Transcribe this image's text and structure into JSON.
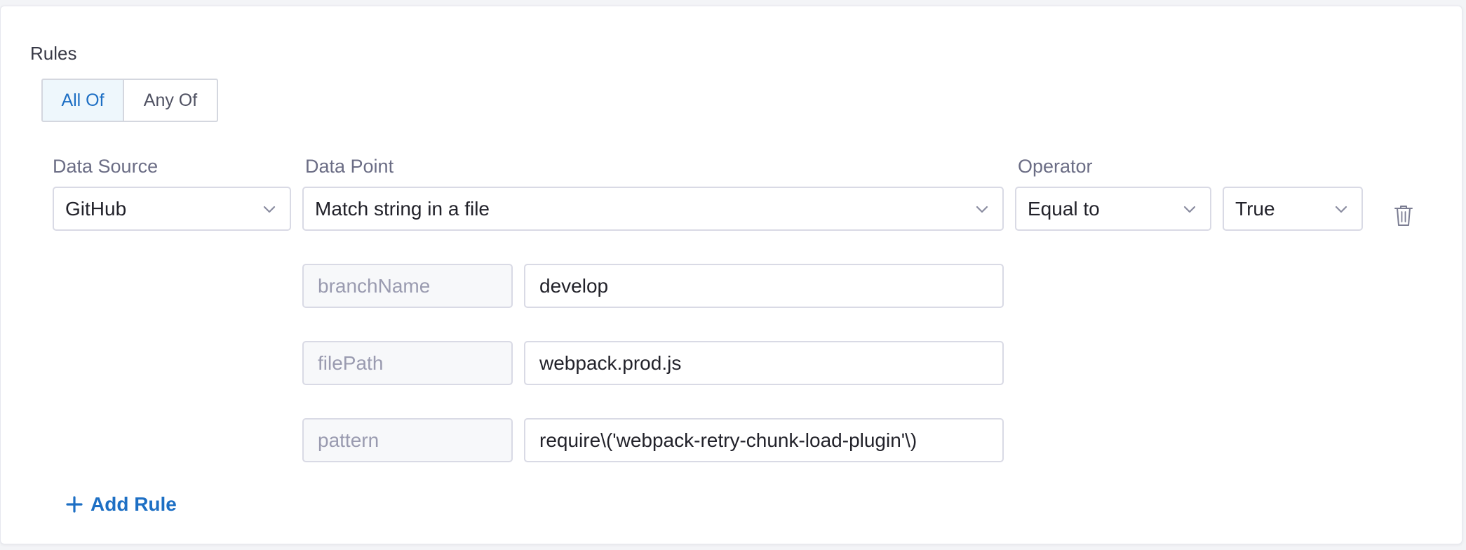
{
  "section": {
    "title": "Rules"
  },
  "match_mode": {
    "options": [
      "All Of",
      "Any Of"
    ],
    "selected": "All Of"
  },
  "columns": {
    "data_source": "Data Source",
    "data_point": "Data Point",
    "operator": "Operator"
  },
  "rule": {
    "data_source": "GitHub",
    "data_point": "Match string in a file",
    "operator": "Equal to",
    "value": "True",
    "params": [
      {
        "key": "branchName",
        "value": "develop"
      },
      {
        "key": "filePath",
        "value": "webpack.prod.js"
      },
      {
        "key": "pattern",
        "value": "require\\('webpack-retry-chunk-load-plugin'\\)"
      }
    ]
  },
  "actions": {
    "add_rule": "Add Rule"
  },
  "icons": {
    "dropdown": "chevron-down-icon",
    "delete": "trash-icon",
    "add": "plus-icon"
  },
  "colors": {
    "accent": "#1d6fc4",
    "border": "#d9dae5",
    "label": "#6b6d85"
  }
}
